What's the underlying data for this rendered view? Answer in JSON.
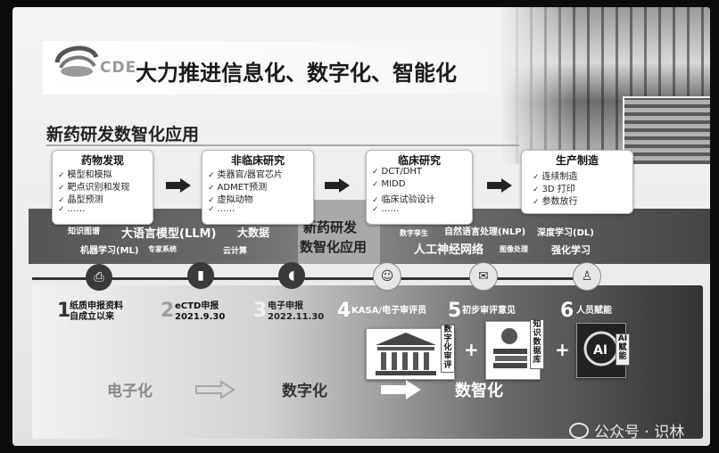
{
  "header": {
    "logo_text": "CDE",
    "title": "大力推进信息化、数字化、智能化"
  },
  "section": {
    "title": "新药研发数智化应用"
  },
  "stages": [
    {
      "title": "药物发现",
      "items": [
        "模型和模拟",
        "靶点识别和发现",
        "晶型预测",
        "……"
      ]
    },
    {
      "title": "非临床研究",
      "items": [
        "类器官/器官芯片",
        "ADMET预测",
        "虚拟动物",
        "……"
      ]
    },
    {
      "title": "临床研究",
      "items": [
        "DCT/DHT",
        "MIDD",
        "临床试验设计",
        "……"
      ]
    },
    {
      "title": "生产制造",
      "items": [
        "连续制造",
        "3D 打印",
        "参数放行"
      ]
    }
  ],
  "center": {
    "line1": "新药研发",
    "line2": "数智化应用"
  },
  "band_labels": {
    "knowledge_graph": "知识图谱",
    "llm": "大语言模型(LLM)",
    "big_data": "大数据",
    "ml": "机器学习(ML)",
    "expert_system": "专家系统",
    "cloud": "云计算",
    "digital_twin": "数字孪生",
    "nlp": "自然语言处理(NLP)",
    "deep_learning": "深度学习(DL)",
    "ann": "人工神经网络",
    "image": "图像处理",
    "rl": "强化学习"
  },
  "steps": [
    {
      "num": "1",
      "label_line1": "纸质申报资料",
      "label_line2": "自成立以来",
      "icon": "printer-icon"
    },
    {
      "num": "2",
      "label_line1": "eCTD申报",
      "label_line2": "2021.9.30",
      "icon": "usb-drive-icon"
    },
    {
      "num": "3",
      "label_line1": "电子申报",
      "label_line2": "2022.11.30",
      "icon": "mouse-icon"
    },
    {
      "num": "4",
      "label_line1": "KASA/电子审评员",
      "label_line2": "",
      "icon": "people-icon"
    },
    {
      "num": "5",
      "label_line1": "初步审评意见",
      "label_line2": "",
      "icon": "envelope-icon"
    },
    {
      "num": "6",
      "label_line1": "人员赋能",
      "label_line2": "",
      "icon": "person-icon"
    }
  ],
  "phases": {
    "electronic": "电子化",
    "digital": "数字化",
    "digital_intelligence": "数智化"
  },
  "tags": {
    "digital_review": "数字化审评",
    "knowledge_base": "知识数据库",
    "ai_assist": "AI赋能"
  },
  "boxes": {
    "ai_label": "AI"
  },
  "plus": "+",
  "watermark": "公众号 · 识林"
}
